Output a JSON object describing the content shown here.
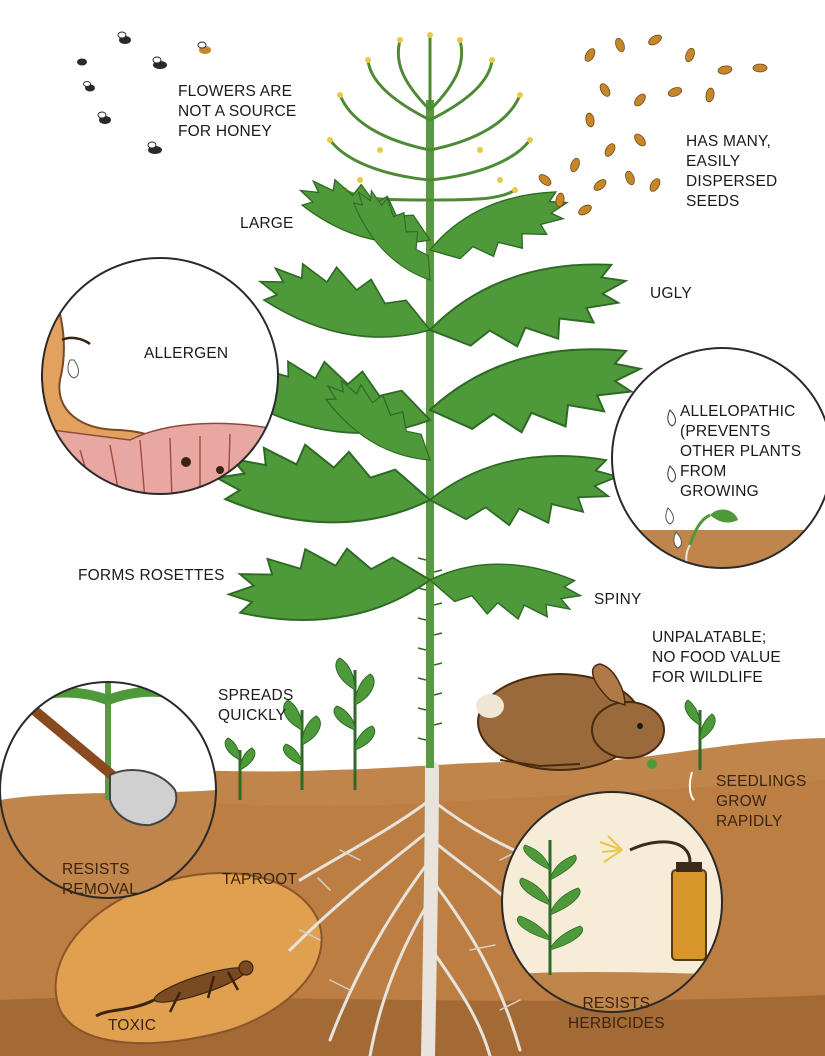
{
  "colors": {
    "soil": "#c0854a",
    "soil_dark": "#8a5528",
    "leaf": "#4e9a3a",
    "leaf_dark": "#2e6a25",
    "stem": "#5a9a3e",
    "root": "#e8e4dc",
    "skin": "#e2a15f",
    "rabbit": "#9a6a3a",
    "sprayer": "#d8962a"
  },
  "labels": {
    "honey": [
      "FLOWERS ARE",
      "NOT A SOURCE",
      "FOR HONEY"
    ],
    "seeds": [
      "HAS MANY,",
      "EASILY",
      "DISPERSED",
      "SEEDS"
    ],
    "large": "LARGE",
    "ugly": "UGLY",
    "allergen": "ALLERGEN",
    "allelopathic": [
      "ALLELOPATHIC",
      "(PREVENTS",
      "OTHER PLANTS",
      "FROM",
      "GROWING"
    ],
    "rosettes": "FORMS ROSETTES",
    "spiny": "SPINY",
    "unpalatable": [
      "UNPALATABLE;",
      "NO FOOD VALUE",
      "FOR WILDLIFE"
    ],
    "spreads": [
      "SPREADS",
      "QUICKLY"
    ],
    "seedlings": [
      "SEEDLINGS",
      "GROW",
      "RAPIDLY"
    ],
    "resists_removal": [
      "RESISTS",
      "REMOVAL"
    ],
    "taproot": "TAPROOT",
    "resists_herbicides": [
      "RESISTS",
      "HERBICIDES"
    ],
    "toxic": "TOXIC"
  }
}
